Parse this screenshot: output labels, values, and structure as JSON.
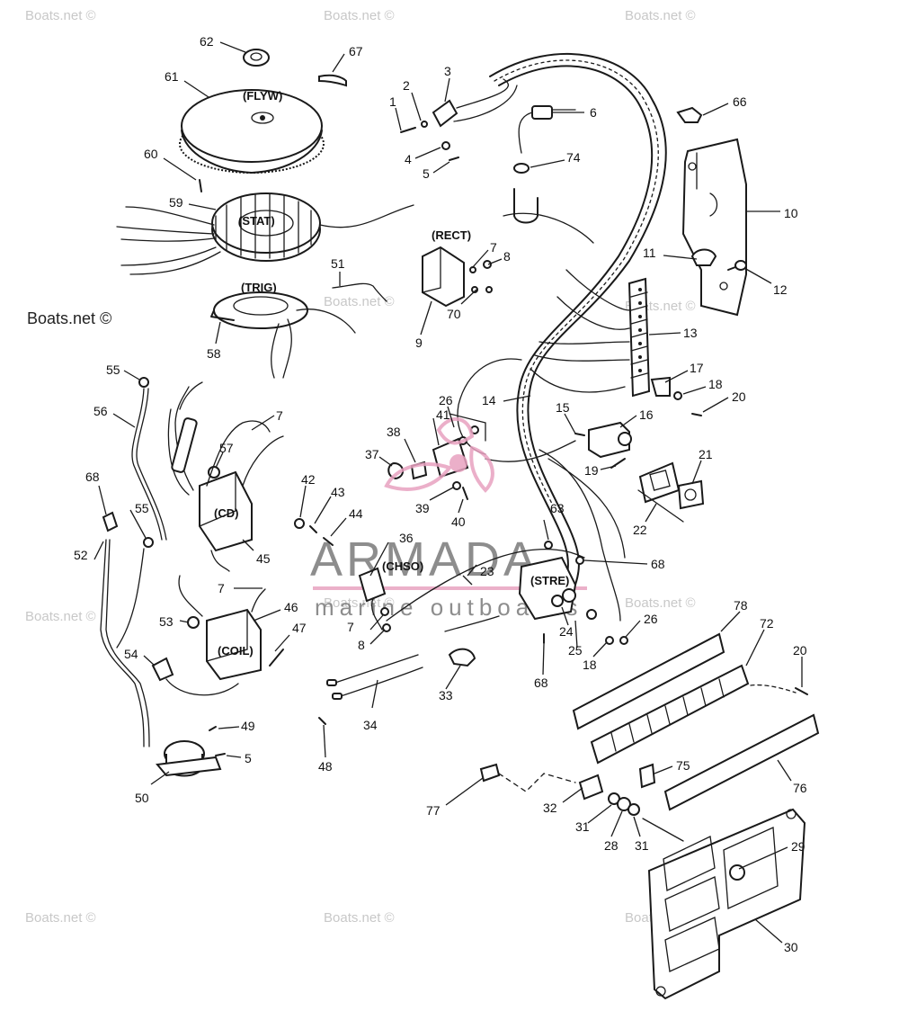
{
  "credit": "Boats.net ©",
  "watermark_text": "Boats.net ©",
  "brand": {
    "name": "ARMADA",
    "tagline": "marine outboards",
    "logo_color": "#e8a2c0",
    "text_color": "#7a7a7a"
  },
  "component_labels": {
    "flyw": "(FLYW)",
    "stat": "(STAT)",
    "trig": "(TRIG)",
    "rect": "(RECT)",
    "cd": "(CD)",
    "coil": "(COIL)",
    "chso": "(CHSO)",
    "stre": "(STRE)"
  },
  "callouts": [
    "62",
    "67",
    "61",
    "60",
    "59",
    "51",
    "58",
    "1",
    "2",
    "3",
    "4",
    "5",
    "6",
    "74",
    "66",
    "10",
    "11",
    "12",
    "7",
    "8",
    "70",
    "9",
    "13",
    "17",
    "18",
    "20",
    "14",
    "15",
    "16",
    "19",
    "21",
    "22",
    "26",
    "41",
    "38",
    "37",
    "39",
    "40",
    "55",
    "56",
    "57",
    "45",
    "42",
    "43",
    "44",
    "68",
    "52",
    "36",
    "23",
    "63",
    "68",
    "53",
    "46",
    "47",
    "54",
    "49",
    "5",
    "50",
    "7",
    "8",
    "24",
    "25",
    "26",
    "18",
    "68",
    "33",
    "34",
    "48",
    "78",
    "72",
    "20",
    "77",
    "32",
    "75",
    "76",
    "31",
    "28",
    "31",
    "29",
    "30",
    "7",
    "55"
  ]
}
